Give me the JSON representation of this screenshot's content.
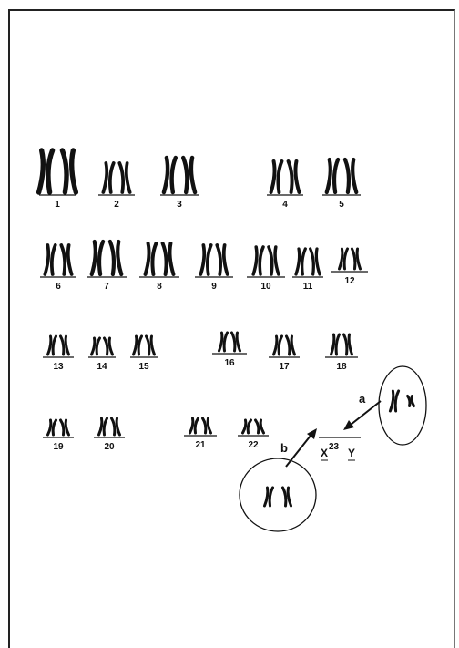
{
  "karyotype": {
    "rows": [
      [
        {
          "id": "pair-1",
          "label": "1"
        },
        {
          "id": "pair-2",
          "label": "2"
        },
        {
          "id": "pair-3",
          "label": "3"
        },
        {
          "id": "pair-4",
          "label": "4"
        },
        {
          "id": "pair-5",
          "label": "5"
        }
      ],
      [
        {
          "id": "pair-6",
          "label": "6"
        },
        {
          "id": "pair-7",
          "label": "7"
        },
        {
          "id": "pair-8",
          "label": "8"
        },
        {
          "id": "pair-9",
          "label": "9"
        },
        {
          "id": "pair-10",
          "label": "10"
        },
        {
          "id": "pair-11",
          "label": "11"
        },
        {
          "id": "pair-12",
          "label": "12"
        }
      ],
      [
        {
          "id": "pair-13",
          "label": "13"
        },
        {
          "id": "pair-14",
          "label": "14"
        },
        {
          "id": "pair-15",
          "label": "15"
        },
        {
          "id": "pair-16",
          "label": "16"
        },
        {
          "id": "pair-17",
          "label": "17"
        },
        {
          "id": "pair-18",
          "label": "18"
        }
      ],
      [
        {
          "id": "pair-19",
          "label": "19"
        },
        {
          "id": "pair-20",
          "label": "20"
        },
        {
          "id": "pair-21",
          "label": "21"
        },
        {
          "id": "pair-22",
          "label": "22"
        }
      ]
    ],
    "sex_pair": {
      "x": "X",
      "sup": "23",
      "y": "Y"
    },
    "arrows": {
      "a": "a",
      "b": "b"
    }
  }
}
